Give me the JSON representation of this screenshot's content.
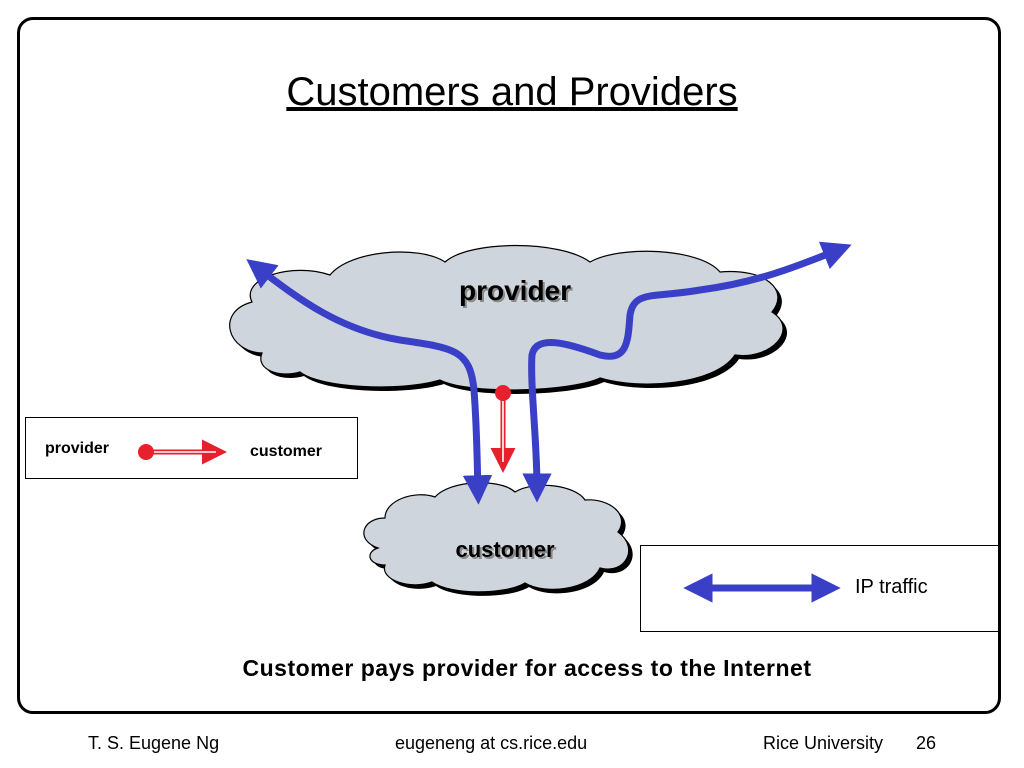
{
  "slide": {
    "title": "Customers and Providers",
    "tagline": "Customer pays provider for access to the Internet"
  },
  "clouds": {
    "provider_label": "provider",
    "customer_label": "customer"
  },
  "legend_relationship": {
    "from_label": "provider",
    "to_label": "customer"
  },
  "legend_traffic": {
    "label": "IP traffic"
  },
  "footer": {
    "author": "T. S. Eugene Ng",
    "email": "eugeneng at cs.rice.edu",
    "institution": "Rice University",
    "page": "26"
  },
  "colors": {
    "cloud_fill": "#cfd5dc",
    "traffic_arrow": "#3a3fc8",
    "relationship_arrow": "#e8202e",
    "frame": "#000000"
  }
}
